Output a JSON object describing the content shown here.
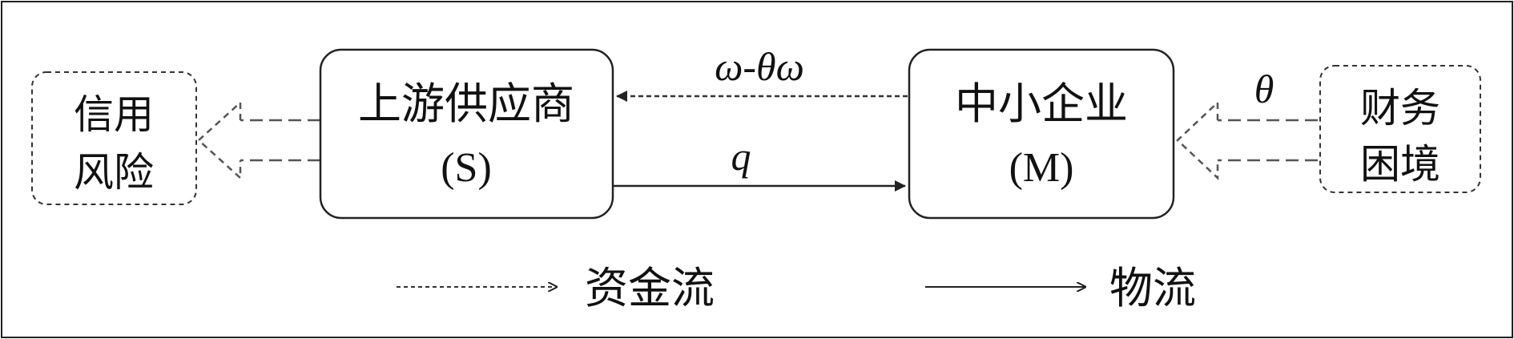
{
  "nodes": {
    "credit_risk": {
      "line1": "信用",
      "line2": "风险"
    },
    "supplier": {
      "line1": "上游供应商",
      "line2": "(S)"
    },
    "sme": {
      "line1": "中小企业",
      "line2": "(M)"
    },
    "financial_distress": {
      "line1": "财务",
      "line2": "困境"
    }
  },
  "edges": {
    "capital_flow_label": "ω-θω",
    "goods_flow_label": "q",
    "distress_label": "θ"
  },
  "legend": {
    "capital_flow": "资金流",
    "goods_flow": "物流"
  },
  "colors": {
    "stroke": "#222222",
    "dashed_arrow": "#555555",
    "text": "#111111"
  }
}
